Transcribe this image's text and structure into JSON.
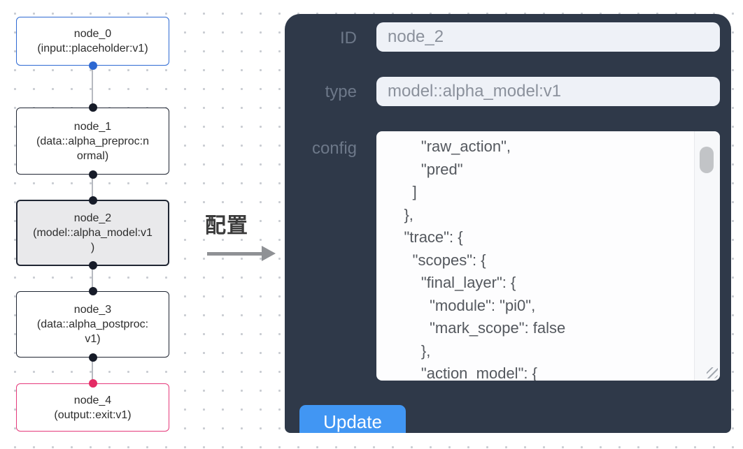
{
  "colors": {
    "panel_bg": "#2f3949",
    "field_bg": "#eef1f7",
    "accent_blue": "#4196f3",
    "node_input_border": "#2e6ad3",
    "node_output_border": "#e53a7b",
    "node_default_border": "#202633",
    "selected_node_bg": "#e9e9eb",
    "edge_gray": "#b6b9c0"
  },
  "flow": {
    "arrow_label": "配置",
    "nodes": [
      {
        "title": "node_0",
        "type_lines": [
          "(input::placeholder:v1)"
        ]
      },
      {
        "title": "node_1",
        "type_lines": [
          "(data::alpha_preproc:n",
          "ormal)"
        ]
      },
      {
        "title": "node_2",
        "type_lines": [
          "(model::alpha_model:v1",
          ")"
        ]
      },
      {
        "title": "node_3",
        "type_lines": [
          "(data::alpha_postproc:",
          "v1)"
        ]
      },
      {
        "title": "node_4",
        "type_lines": [
          "(output::exit:v1)"
        ]
      }
    ]
  },
  "panel": {
    "id_label": "ID",
    "id_value": "node_2",
    "type_label": "type",
    "type_value": "model::alpha_model:v1",
    "config_label": "config",
    "config_value": "        \"raw_action\",\n        \"pred\"\n      ]\n    },\n    \"trace\": {\n      \"scopes\": {\n        \"final_layer\": {\n          \"module\": \"pi0\",\n          \"mark_scope\": false\n        },\n        \"action_model\": {",
    "update_label": "Update"
  }
}
